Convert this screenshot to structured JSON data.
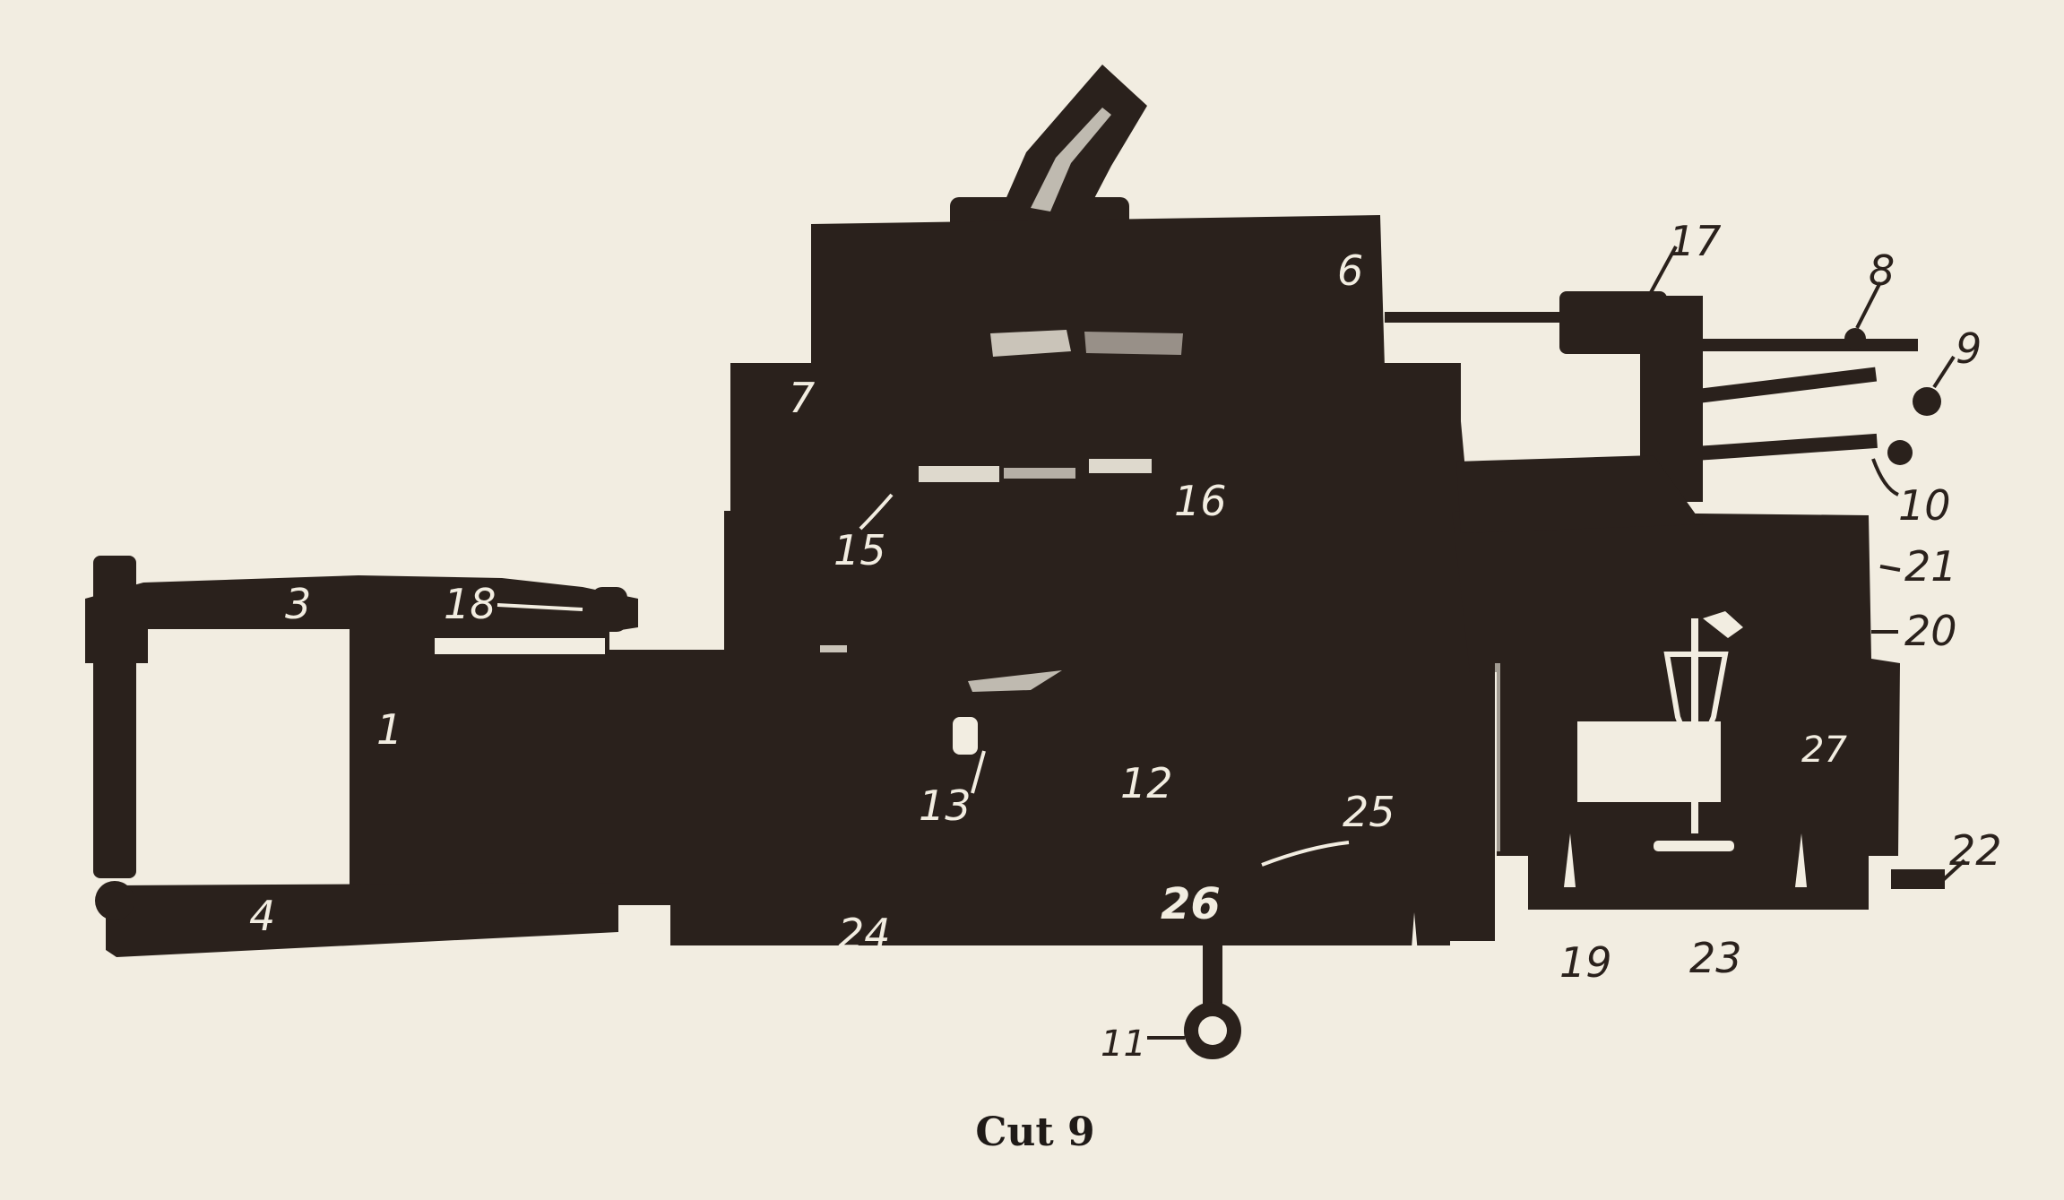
{
  "caption": "Cut 9",
  "colors": {
    "ink": "#2a211c",
    "paper": "#f2ede1"
  },
  "labels": {
    "l1": "1",
    "l3": "3",
    "l4": "4",
    "l6": "6",
    "l7": "7",
    "l8": "8",
    "l9": "9",
    "l10": "10",
    "l11": "11",
    "l12": "12",
    "l13": "13",
    "l15": "15",
    "l16": "16",
    "l17": "17",
    "l18": "18",
    "l19": "19",
    "l20": "20",
    "l21": "21",
    "l22": "22",
    "l23": "23",
    "l24": "24",
    "l25": "25",
    "l26": "26",
    "l27": "27"
  }
}
